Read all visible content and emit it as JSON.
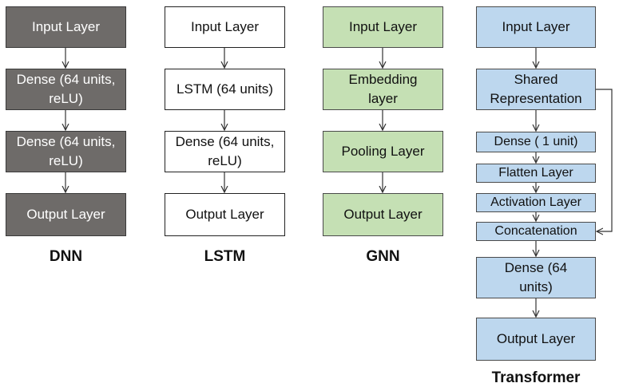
{
  "columns": [
    {
      "id": "dnn",
      "title": "DNN",
      "layers": [
        "Input Layer",
        "Dense (64 units,\nreLU)",
        "Dense (64 units,\nreLU)",
        "Output Layer"
      ]
    },
    {
      "id": "lstm",
      "title": "LSTM",
      "layers": [
        "Input Layer",
        "LSTM (64 units)",
        "Dense (64 units,\nreLU)",
        "Output Layer"
      ]
    },
    {
      "id": "gnn",
      "title": "GNN",
      "layers": [
        "Input Layer",
        "Embedding\nlayer",
        "Pooling Layer",
        "Output Layer"
      ]
    },
    {
      "id": "transformer",
      "title": "Transformer",
      "layers": [
        "Input Layer",
        "Shared\nRepresentation",
        "Dense ( 1 unit)",
        "Flatten Layer",
        "Activation Layer",
        "Concatenation",
        "Dense (64\nunits)",
        "Output Layer"
      ]
    }
  ],
  "colors": {
    "dnn_fill": "#6e6b69",
    "lstm_fill": "#ffffff",
    "gnn_fill": "#c5e0b4",
    "transformer_fill": "#bdd7ee",
    "arrow": "#333333"
  }
}
